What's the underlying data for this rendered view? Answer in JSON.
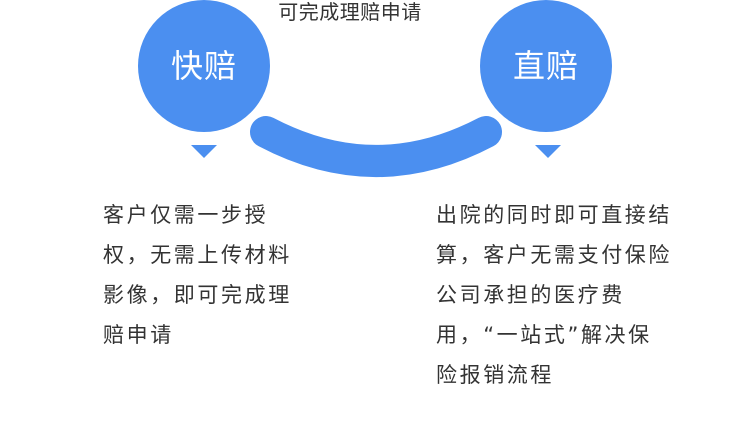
{
  "header": {
    "caption": "可完成理赔申请"
  },
  "left_card": {
    "title": "快赔",
    "description": "客户仅需一步授权，无需上传材料影像，即可完成理赔申请"
  },
  "right_card": {
    "title": "直赔",
    "description": "出院的同时即可直接结算，客户无需支付保险公司承担的医疗费用，“一站式”解决保险报销流程"
  },
  "colors": {
    "accent": "#4b8ff0",
    "text": "#333333"
  }
}
